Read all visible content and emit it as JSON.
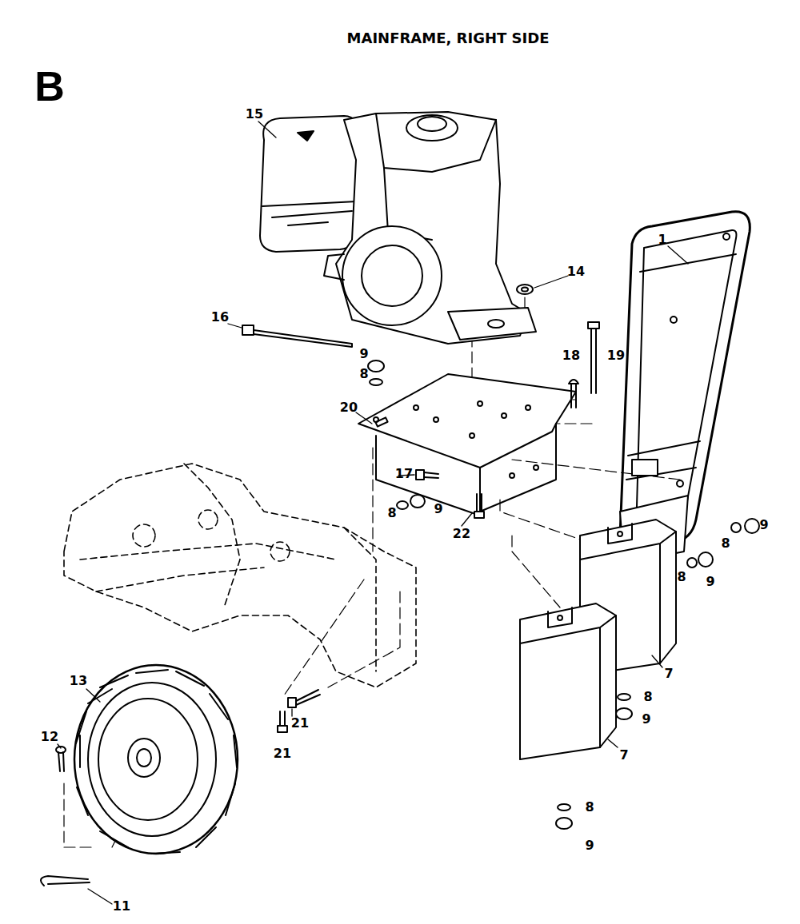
{
  "diagram": {
    "title": "MAINFRAME, RIGHT SIDE",
    "labels": [
      "B",
      "15",
      "1",
      "14",
      "16",
      "9",
      "18",
      "19",
      "8",
      "20",
      "17",
      "9",
      "8",
      "9",
      "8",
      "22",
      "8",
      "9",
      "7",
      "13",
      "8",
      "9",
      "21",
      "12",
      "7",
      "21",
      "8",
      "9",
      "11"
    ]
  }
}
